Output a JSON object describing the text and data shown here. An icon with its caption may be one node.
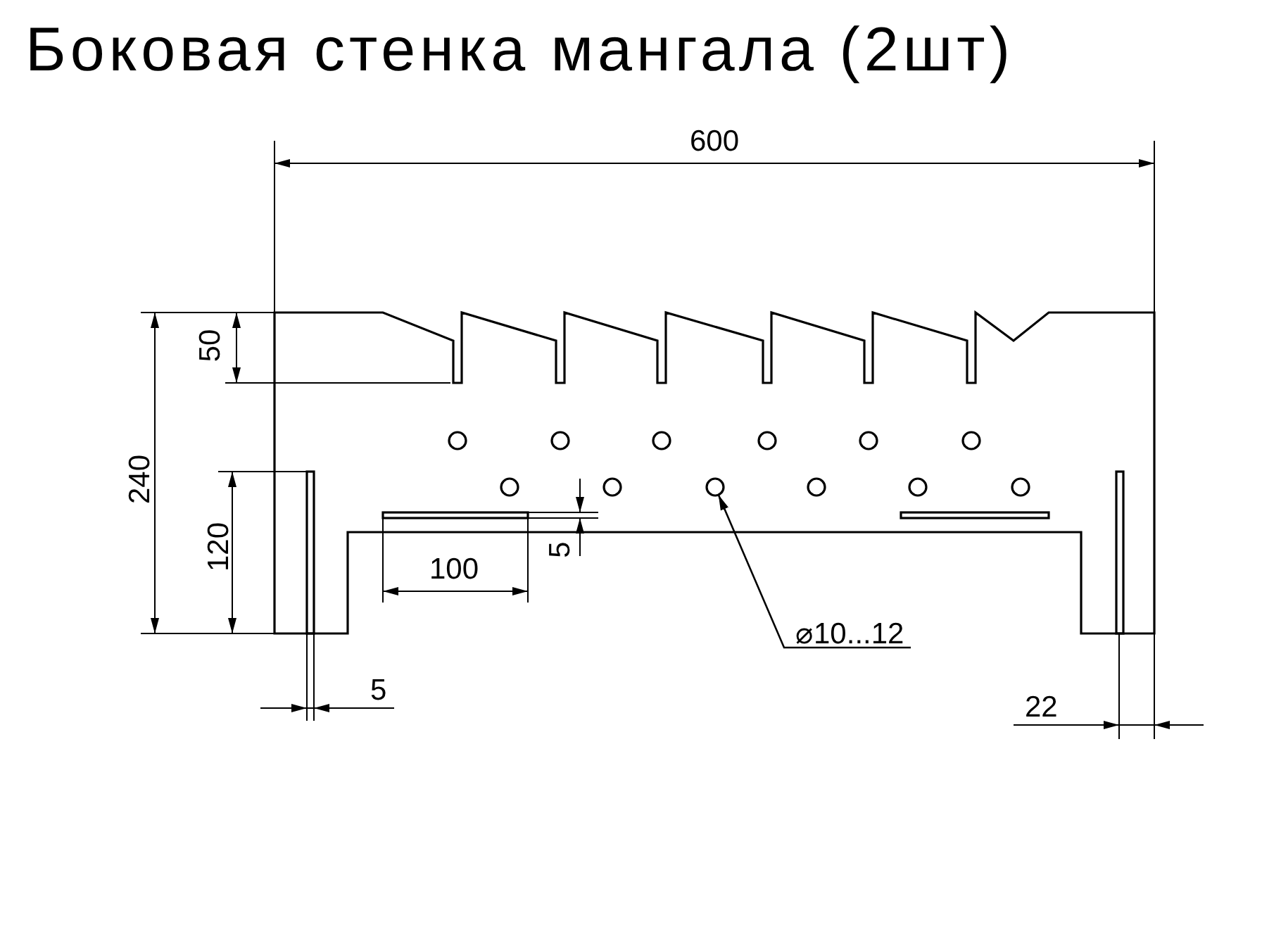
{
  "diagram": {
    "title": "Боковая стенка мангала (2шт)",
    "nodes": [
      {
        "text": [
          "⌀10...12"
        ]
      },
      {
        "text": [],
        "shape": "circle"
      }
    ],
    "edges": [
      {
        "from": 0,
        "to": 1,
        "arrow": "to"
      }
    ],
    "labels": [
      "600",
      "50",
      "240",
      "120",
      "100",
      "5",
      "5",
      "22"
    ]
  }
}
